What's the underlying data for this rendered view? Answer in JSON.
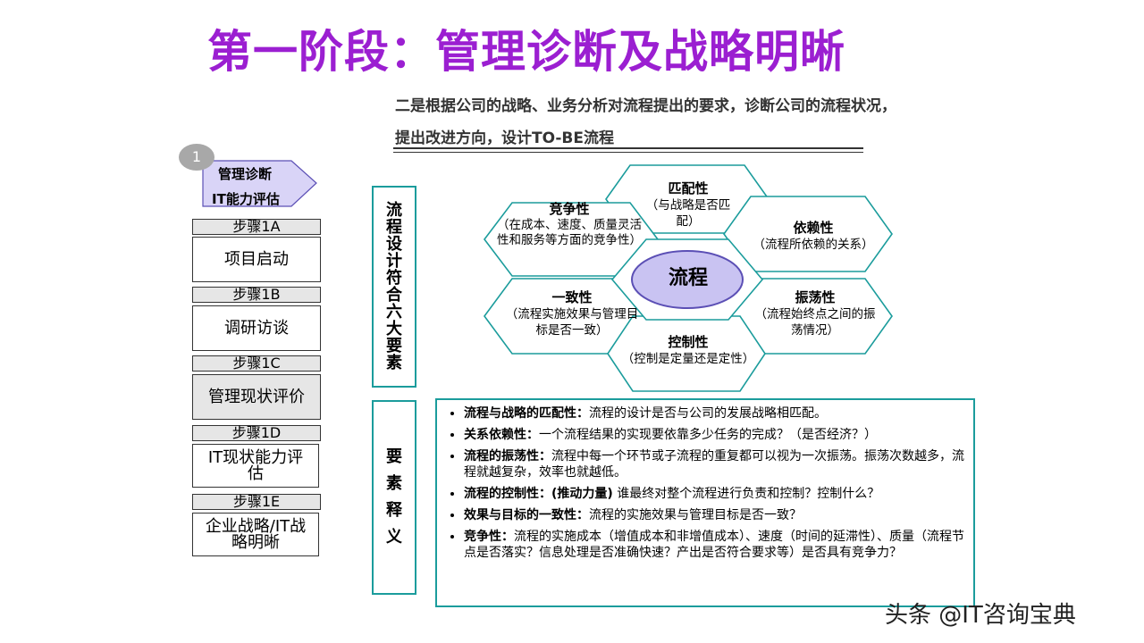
{
  "title": "第一阶段：管理诊断及战略明晰",
  "subtitle": {
    "line1": "二是根据公司的战略、业务分析对流程提出的要求，诊断公司的流程状况，",
    "line2": "提出改进方向，设计TO-BE流程"
  },
  "stage": {
    "number": "1",
    "line1": "管理诊断",
    "line2": "IT能力评估"
  },
  "steps": [
    {
      "header": "步骤1A",
      "label": "项目启动"
    },
    {
      "header": "步骤1B",
      "label": "调研访谈"
    },
    {
      "header": "步骤1C",
      "label": "管理现状评价"
    },
    {
      "header": "步骤1D",
      "label": "IT现状能力评估"
    },
    {
      "header": "步骤1E",
      "label": "企业战略/IT战略明晰"
    }
  ],
  "vertical_labels": {
    "top": "流程设计符合六大要素",
    "bottom": "要素释义"
  },
  "diagram": {
    "center": "流程",
    "nodes": [
      {
        "title": "匹配性",
        "desc": "（与战略是否匹配）"
      },
      {
        "title": "竞争性",
        "desc": "（在成本、速度、质量灵活性和服务等方面的竞争性）"
      },
      {
        "title": "依赖性",
        "desc": "（流程所依赖的关系）"
      },
      {
        "title": "一致性",
        "desc": "（流程实施效果与管理目标是否一致）"
      },
      {
        "title": "振荡性",
        "desc": "（流程始终点之间的振荡情况）"
      },
      {
        "title": "控制性",
        "desc": "（控制是定量还是定性）"
      }
    ]
  },
  "definitions": [
    {
      "term": "流程与战略的匹配性：",
      "text": "流程的设计是否与公司的发展战略相匹配。"
    },
    {
      "term": "关系依赖性：",
      "text": "一个流程结果的实现要依靠多少任务的完成？（是否经济？）"
    },
    {
      "term": "流程的振荡性：",
      "text": "流程中每一个环节或子流程的重复都可以视为一次振荡。振荡次数越多，流程就越复杂，效率也就越低。"
    },
    {
      "term": "流程的控制性：(推动力量)",
      "text": " 谁最终对整个流程进行负责和控制？控制什么？"
    },
    {
      "term": "效果与目标的一致性：",
      "text": "流程的实施效果与管理目标是否一致？"
    },
    {
      "term": "竞争性：",
      "text": "流程的实施成本（增值成本和非增值成本）、速度（时间的延滞性）、质量（流程节点是否落实？信息处理是否准确快速？产出是否符合要求等）是否具有竞争力？"
    }
  ],
  "watermark": "头条 @IT咨询宝典",
  "colors": {
    "title": "#9b1fd1",
    "teal": "#1b9c9c",
    "center_fill": "#c9c3f2",
    "center_stroke": "#5b4fb5",
    "stage_arrow": "#d9d4f7"
  }
}
